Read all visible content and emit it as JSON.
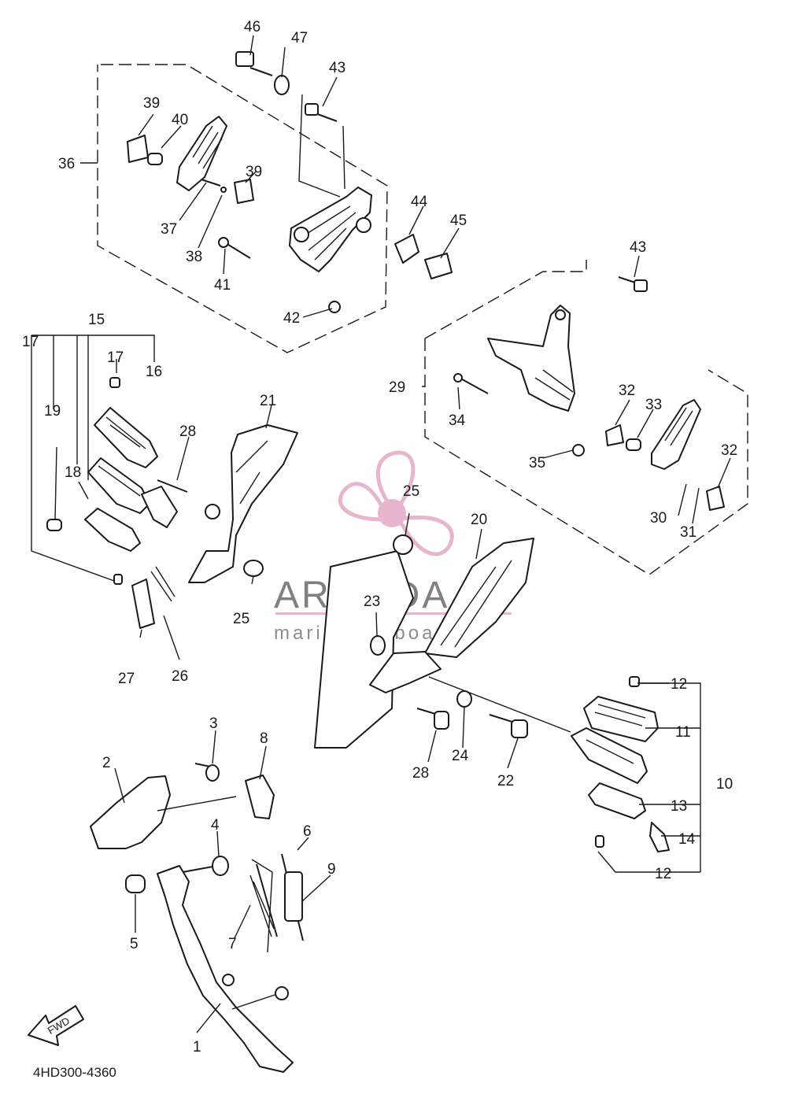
{
  "diagram": {
    "reference_code": "4HD300-4360",
    "fwd_label": "FWD",
    "watermark": {
      "brand": "ARMADA",
      "tagline": "marina outboards",
      "color": "#e4a9c6"
    },
    "callouts": [
      "1",
      "2",
      "3",
      "4",
      "5",
      "6",
      "7",
      "8",
      "9",
      "10",
      "11",
      "12",
      "12",
      "12",
      "13",
      "14",
      "15",
      "16",
      "17",
      "17",
      "18",
      "19",
      "20",
      "21",
      "22",
      "23",
      "24",
      "25",
      "25",
      "26",
      "27",
      "28",
      "28",
      "29",
      "30",
      "31",
      "32",
      "32",
      "33",
      "34",
      "35",
      "36",
      "37",
      "38",
      "39",
      "39",
      "40",
      "41",
      "42",
      "43",
      "43",
      "44",
      "45",
      "46",
      "47"
    ]
  }
}
